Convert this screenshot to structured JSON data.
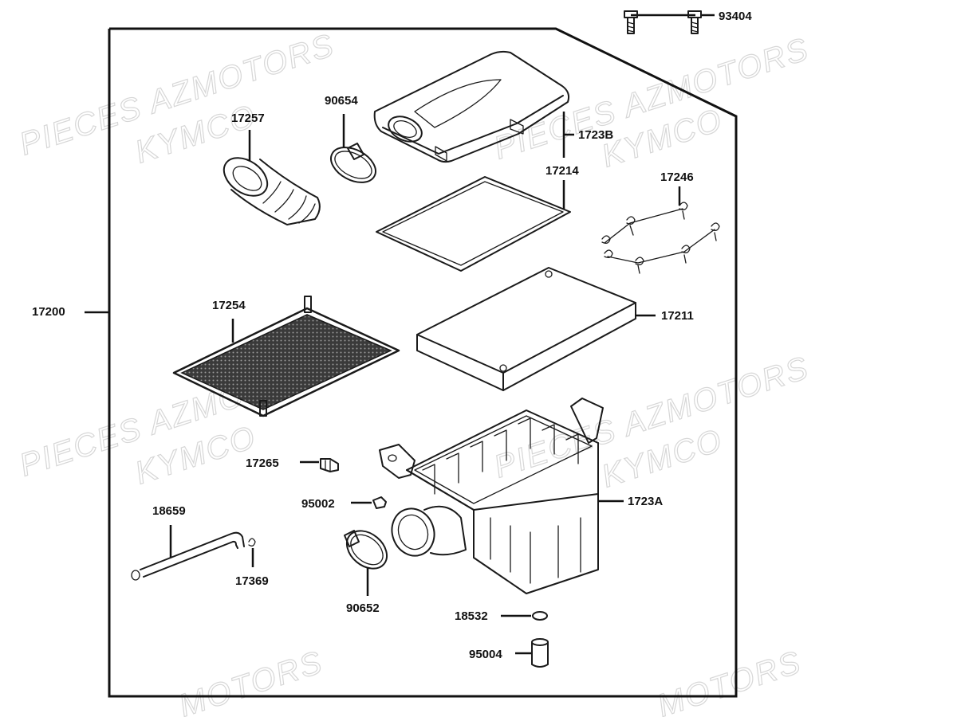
{
  "watermark": {
    "line1": "PIECES AZMOTORS",
    "line2": "KYMCO",
    "fragment": "MOTORS"
  },
  "parts": [
    {
      "id": "93404",
      "label": "93404",
      "name": "screw"
    },
    {
      "id": "90654",
      "label": "90654",
      "name": "clamp-upper"
    },
    {
      "id": "17257",
      "label": "17257",
      "name": "intake-boot"
    },
    {
      "id": "1723B",
      "label": "1723B",
      "name": "air-box-cover"
    },
    {
      "id": "17214",
      "label": "17214",
      "name": "cover-gasket"
    },
    {
      "id": "17246",
      "label": "17246",
      "name": "clip-set"
    },
    {
      "id": "17200",
      "label": "17200",
      "name": "air-cleaner-assembly"
    },
    {
      "id": "17254",
      "label": "17254",
      "name": "filter-screen"
    },
    {
      "id": "17211",
      "label": "17211",
      "name": "filter-element"
    },
    {
      "id": "17265",
      "label": "17265",
      "name": "drain-plug"
    },
    {
      "id": "95002",
      "label": "95002",
      "name": "band-small"
    },
    {
      "id": "1723A",
      "label": "1723A",
      "name": "air-box-case"
    },
    {
      "id": "18659",
      "label": "18659",
      "name": "breather-tube"
    },
    {
      "id": "17369",
      "label": "17369",
      "name": "tube-clip"
    },
    {
      "id": "90652",
      "label": "90652",
      "name": "clamp-lower"
    },
    {
      "id": "18532",
      "label": "18532",
      "name": "drain-clip"
    },
    {
      "id": "95004",
      "label": "95004",
      "name": "drain-cap"
    }
  ]
}
